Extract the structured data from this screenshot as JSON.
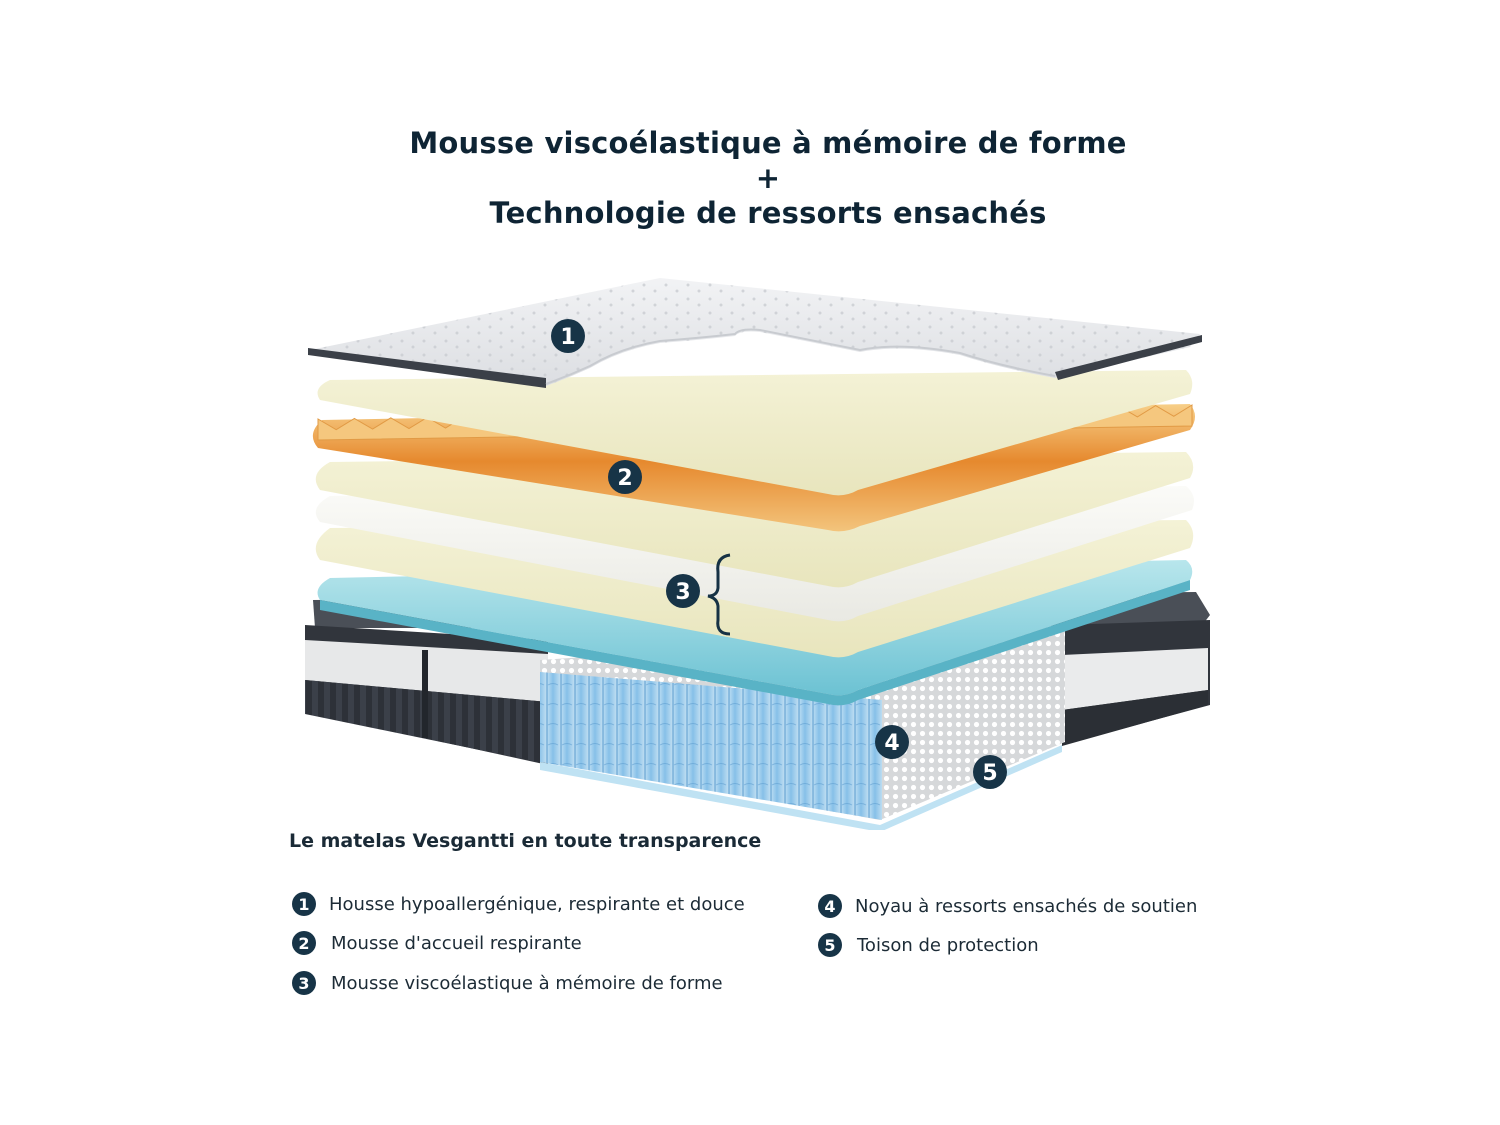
{
  "headline": {
    "line1": "Mousse viscoélastique à mémoire de forme",
    "line2": "+",
    "line3": "Technologie de ressorts ensachés"
  },
  "markers": [
    "1",
    "2",
    "3",
    "4",
    "5"
  ],
  "section_title": "Le matelas Vesgantti en toute transparence",
  "legend": [
    {
      "num": "1",
      "text": "Housse hypoallergénique, respirante et douce"
    },
    {
      "num": "2",
      "text": "Mousse d'accueil respirante"
    },
    {
      "num": "3",
      "text": "Mousse viscoélastique à mémoire de forme"
    },
    {
      "num": "4",
      "text": "Noyau à ressorts ensachés de soutien"
    },
    {
      "num": "5",
      "text": "Toison de protection"
    }
  ],
  "colors": {
    "marker": "#173447",
    "text": "#0e2434",
    "cover": "#e9eaec",
    "foam_cream": "#eeecc9",
    "egg_crate": "#e79a3d",
    "gel_foam": "#8fd3df",
    "springs": "#8cc6ea",
    "fabric_dark": "#3a3f47"
  }
}
